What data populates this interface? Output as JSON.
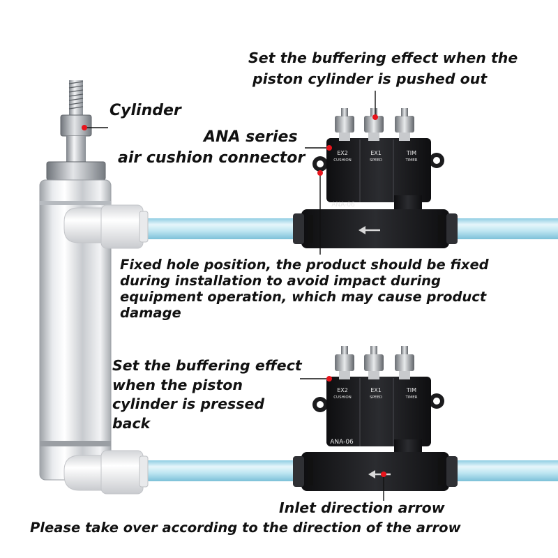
{
  "labels": {
    "cylinder": "Cylinder",
    "ana_line1": "ANA series",
    "ana_line2": "air cushion connector",
    "pushed_line1": "Set the buffering effect when the",
    "pushed_line2": "piston cylinder is pushed out",
    "fixed_lines": [
      "Fixed hole position, the product should be fixed",
      "during installation to avoid impact during",
      "equipment operation, which may cause product",
      "damage"
    ],
    "pressed_lines": [
      "Set the buffering effect",
      "when the piston",
      "cylinder is pressed",
      "back"
    ],
    "inlet": "Inlet direction arrow",
    "bottom_note": "Please take over according to the direction of the arrow"
  },
  "valve": {
    "model": "ANA-06",
    "ports": [
      {
        "code": "EX2",
        "name": "CUSHION"
      },
      {
        "code": "EX1",
        "name": "SPEED"
      },
      {
        "code": "TIM",
        "name": "TIMER"
      }
    ]
  },
  "colors": {
    "marker": "#e8141c",
    "tube": "#bfe6f2",
    "tube_edge": "#8fcde3",
    "valve_body": "#1b1b1d",
    "cylinder_body": "#d9dbde",
    "fitting": "#f1f2f3"
  }
}
